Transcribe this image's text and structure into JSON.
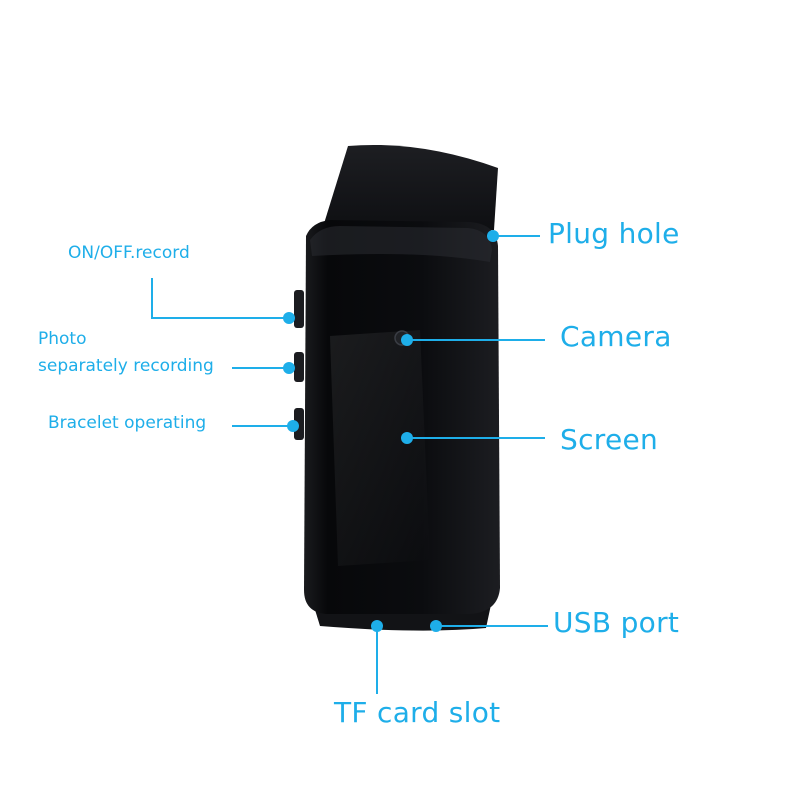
{
  "labels": {
    "plug_hole": "Plug hole",
    "camera": "Camera",
    "screen": "Screen",
    "usb_port": "USB port",
    "tf_card_slot": "TF card slot",
    "on_off_record": "ON/OFF.record",
    "photo": "Photo",
    "separately_recording": "separately recording",
    "bracelet_operating": "Bracelet operating"
  },
  "colors": {
    "accent": "#1eaee9",
    "device_body": "#0d0e10",
    "strap": "#141518",
    "background": "#ffffff"
  }
}
